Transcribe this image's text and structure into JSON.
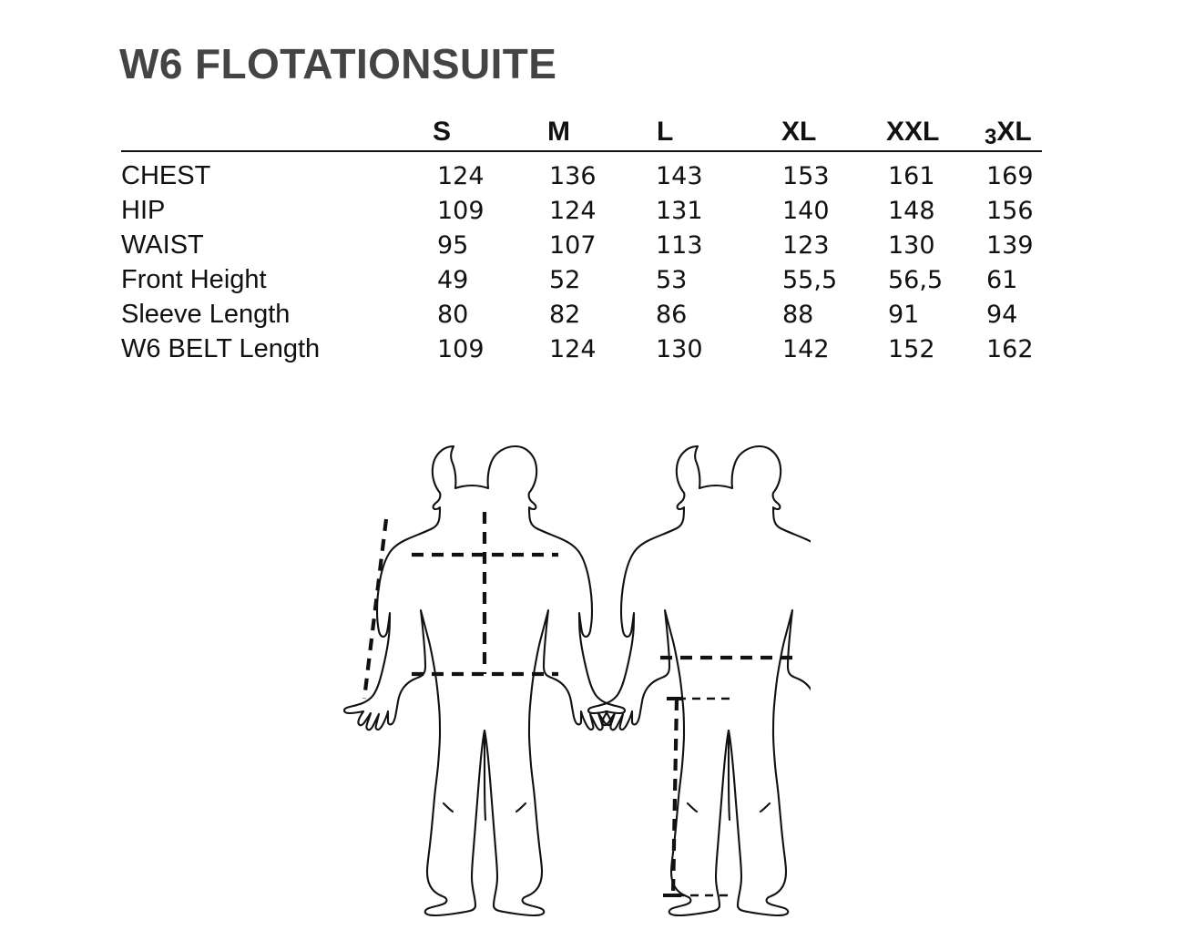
{
  "document": {
    "title": "W6 FLOTATIONSUITE",
    "title_color": "#444444",
    "background_color": "#ffffff",
    "text_color": "#111111"
  },
  "chart_data": {
    "type": "table",
    "title": "W6 FLOTATIONSUITE",
    "xlabel": "",
    "ylabel": "",
    "columns": [
      "",
      "S",
      "M",
      "L",
      "XL",
      "XXL",
      "3XL"
    ],
    "categories": [
      "S",
      "M",
      "L",
      "XL",
      "XXL",
      "3XL"
    ],
    "rows": [
      {
        "label": "CHEST",
        "values": [
          "124",
          "136",
          "143",
          "153",
          "161",
          "169"
        ]
      },
      {
        "label": "HIP",
        "values": [
          "109",
          "124",
          "131",
          "140",
          "148",
          "156"
        ]
      },
      {
        "label": "WAIST",
        "values": [
          "95",
          "107",
          "113",
          "123",
          "130",
          "139"
        ]
      },
      {
        "label": "Front Height",
        "values": [
          "49",
          "52",
          "53",
          "55,5",
          "56,5",
          "61"
        ]
      },
      {
        "label": "Sleeve Length",
        "values": [
          "80",
          "82",
          "86",
          "88",
          "91",
          "94"
        ]
      },
      {
        "label": "W6 BELT Length",
        "values": [
          "109",
          "124",
          "130",
          "142",
          "152",
          "162"
        ]
      }
    ],
    "series": [
      {
        "name": "CHEST",
        "values": [
          124,
          136,
          143,
          153,
          161,
          169
        ]
      },
      {
        "name": "HIP",
        "values": [
          109,
          124,
          131,
          140,
          148,
          156
        ]
      },
      {
        "name": "WAIST",
        "values": [
          95,
          107,
          113,
          123,
          130,
          139
        ]
      },
      {
        "name": "Front Height",
        "values": [
          49,
          52,
          53,
          55.5,
          56.5,
          61
        ]
      },
      {
        "name": "Sleeve Length",
        "values": [
          80,
          82,
          86,
          88,
          91,
          94
        ]
      },
      {
        "name": "W6 BELT Length",
        "values": [
          109,
          124,
          130,
          142,
          152,
          162
        ]
      }
    ],
    "grid": false,
    "legend": "none",
    "notes": "Decimal values written with comma separator (55,5 and 56,5)."
  },
  "table": {
    "headers": {
      "size_s": "S",
      "size_m": "M",
      "size_l": "L",
      "size_xl": "XL",
      "size_xxl": "XXL",
      "size_3xl_prefix": "3",
      "size_3xl_suffix": "XL"
    },
    "row_labels": {
      "chest": "CHEST",
      "hip": "HIP",
      "waist": "WAIST",
      "front_height": "Front Height",
      "sleeve_length": "Sleeve Length",
      "belt_length": "W6 BELT Length"
    },
    "cells": {
      "chest": {
        "s": "124",
        "m": "136",
        "l": "143",
        "xl": "153",
        "xxl": "161",
        "xxxl": "169"
      },
      "hip": {
        "s": "109",
        "m": "124",
        "l": "131",
        "xl": "140",
        "xxl": "148",
        "xxxl": "156"
      },
      "waist": {
        "s": "95",
        "m": "107",
        "l": "113",
        "xl": "123",
        "xxl": "130",
        "xxxl": "139"
      },
      "front_height": {
        "s": "49",
        "m": "52",
        "l": "53",
        "xl": "55,5",
        "xxl": "56,5",
        "xxxl": "61"
      },
      "sleeve": {
        "s": "80",
        "m": "82",
        "l": "86",
        "xl": "88",
        "xxl": "91",
        "xxxl": "94"
      },
      "belt": {
        "s": "109",
        "m": "124",
        "l": "130",
        "xl": "142",
        "xxl": "152",
        "xxxl": "162"
      }
    }
  },
  "figures": {
    "front": {
      "name": "front-body-figure",
      "measurement_lines": [
        "front-height-vertical",
        "chest-horizontal",
        "waist-horizontal",
        "sleeve-length-diagonal"
      ]
    },
    "back": {
      "name": "back-body-figure",
      "measurement_lines": [
        "hip-horizontal",
        "inseam-vertical",
        "inseam-top-horizontal",
        "inseam-bottom-horizontal"
      ]
    }
  }
}
